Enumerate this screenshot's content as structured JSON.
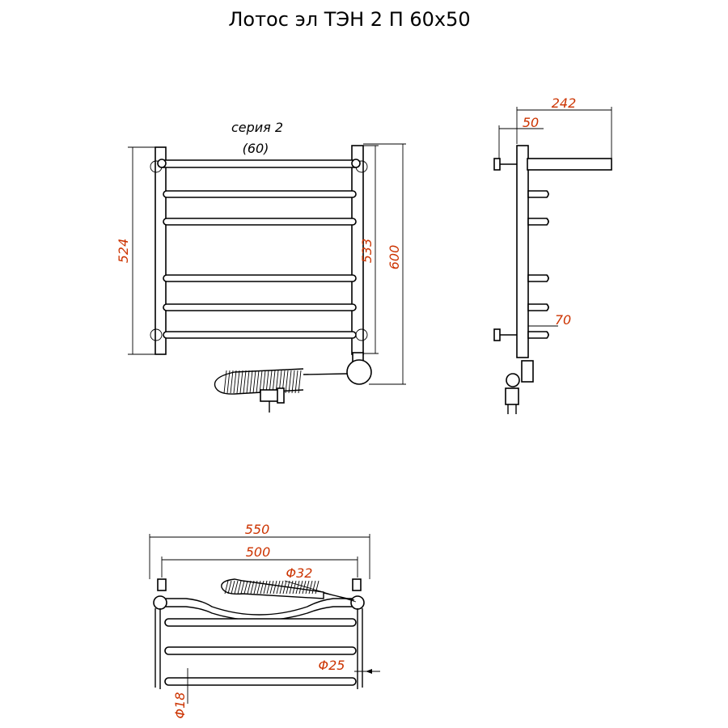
{
  "title": "Лотос эл ТЭН 2 П 60х50",
  "front_view": {
    "series_label": "серия 2",
    "series_code": "(60)",
    "dim_left_height": "524",
    "dim_inner_height": "533",
    "dim_total_height": "600"
  },
  "side_view": {
    "dim_depth": "242",
    "dim_mount_offset": "50",
    "dim_lower_offset": "70"
  },
  "top_view": {
    "dim_total_width": "550",
    "dim_axis_width": "500",
    "dim_heater_diameter": "Φ32",
    "dim_riser_diameter": "Φ25",
    "dim_rung_diameter": "Φ18"
  },
  "colors": {
    "dimension_text": "#cc3300",
    "lines": "#000000"
  }
}
